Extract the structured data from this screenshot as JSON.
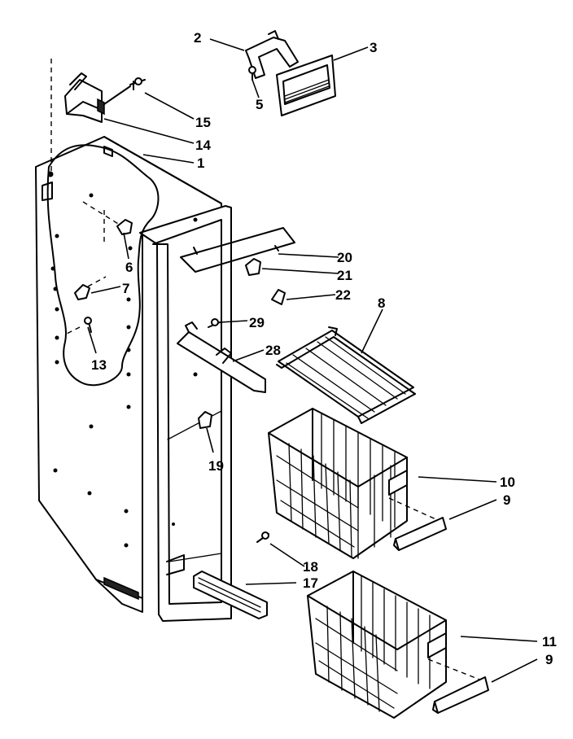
{
  "parts": [
    {
      "id": "1",
      "label": "1"
    },
    {
      "id": "2",
      "label": "2"
    },
    {
      "id": "3",
      "label": "3"
    },
    {
      "id": "5",
      "label": "5"
    },
    {
      "id": "6",
      "label": "6"
    },
    {
      "id": "7",
      "label": "7"
    },
    {
      "id": "8",
      "label": "8"
    },
    {
      "id": "9a",
      "label": "9"
    },
    {
      "id": "9b",
      "label": "9"
    },
    {
      "id": "10",
      "label": "10"
    },
    {
      "id": "11",
      "label": "11"
    },
    {
      "id": "13",
      "label": "13"
    },
    {
      "id": "14",
      "label": "14"
    },
    {
      "id": "15",
      "label": "15"
    },
    {
      "id": "17",
      "label": "17"
    },
    {
      "id": "18",
      "label": "18"
    },
    {
      "id": "19",
      "label": "19"
    },
    {
      "id": "20",
      "label": "20"
    },
    {
      "id": "21",
      "label": "21"
    },
    {
      "id": "22",
      "label": "22"
    },
    {
      "id": "28",
      "label": "28"
    },
    {
      "id": "29",
      "label": "29"
    }
  ]
}
